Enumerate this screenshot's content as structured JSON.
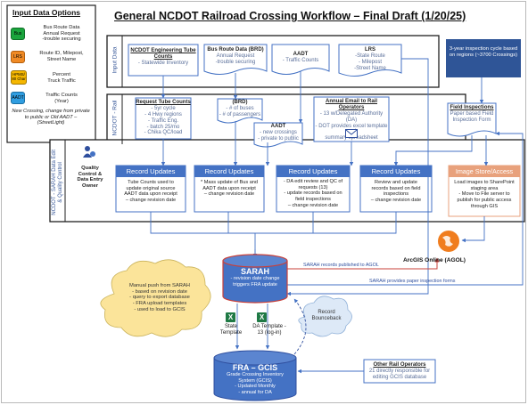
{
  "title": "General NCDOT Railroad Crossing Workflow – Final Draft (1/20/25)",
  "legend": {
    "title": "Input Data Options",
    "items": [
      {
        "badge": "Bus",
        "badge_color": "#1aa53d",
        "text_lines": [
          "Bus Route Data",
          "Annual Request",
          "-trouble securing"
        ]
      },
      {
        "badge": "LRS",
        "badge_color": "#f08a24",
        "text_lines": [
          "Route ID, Milepost,",
          "Street Name"
        ]
      },
      {
        "badge": "HPMS/ 80 Char",
        "badge_color": "#f5b700",
        "text_lines": [
          "Percent",
          "Truck Traffic"
        ]
      },
      {
        "badge": "AADT",
        "badge_color": "#2f9de0",
        "text_lines": [
          "Traffic Counts",
          "(Year)"
        ]
      }
    ],
    "note": "New Crossing, change from private to public or Old AADT – (StreetLight)"
  },
  "lanes": {
    "input_data": "Input Data",
    "ncdot_rail": "NCDOT - Rail",
    "sarah": "NCDOT - SARAH Data Edit & Quality Control"
  },
  "input_sources": {
    "engineering": {
      "title": "NCDOT Engineering Tube Counts",
      "lines": [
        "- Statewide Inventory"
      ]
    },
    "brd": {
      "title": "Bus Route Data (BRD)",
      "lines": [
        "Annual Request",
        "-trouble securing"
      ]
    },
    "aadt": {
      "title": "AADT",
      "lines": [
        "- Traffic Counts"
      ]
    },
    "lrs": {
      "title": "LRS",
      "lines": [
        "-State Route",
        "- Milepost",
        "-Street Name"
      ]
    }
  },
  "inspection_note": "3-year inspection cycle based on regions (~3700 Crossings)",
  "rail": {
    "request_tube": {
      "title": "Request Tube Counts",
      "lines": [
        "- 5yr cycle",
        "- 4 Hwy regions",
        "- Traffic Eng.",
        "- batch 25/mo",
        "- Chika QC/load"
      ]
    },
    "brd_doc": {
      "title": "(BRD)",
      "lines": [
        "- # of buses",
        "- # of passengers"
      ]
    },
    "aadt_doc": {
      "title": "AADT",
      "lines": [
        "- new crossings",
        "- private to public"
      ]
    },
    "annual_email": {
      "title": "Annual Email to Rail Operators",
      "lines": [
        "- 13 w/Delegated Authority (DA)",
        "- DOT provides excel template and",
        "summary spreadsheet"
      ]
    },
    "field_inspections": {
      "title": "Field Inspections",
      "lines": [
        "Paper based Field",
        "Inspection Form"
      ]
    }
  },
  "sarah_lane": {
    "qc_label": "Quality Control & Data Entry Owner",
    "record_updates": [
      {
        "title": "Record Updates",
        "lines": [
          "Tube Counts used to",
          "update original source",
          "AADT data upon receipt",
          "– change revision date"
        ]
      },
      {
        "title": "Record Updates",
        "lines": [
          "* Mass update of Bus and",
          "AADT data upon receipt",
          "– change revision date"
        ]
      },
      {
        "title": "Record Updates",
        "lines": [
          "- DA edit review and QC of",
          "requests (13)",
          "- update records based on",
          "field inspections",
          "– change revision date"
        ]
      },
      {
        "title": "Record Updates",
        "lines": [
          "Review and update",
          "records based on field",
          "inspections",
          "– change revision date"
        ]
      }
    ],
    "image_store": {
      "title": "Image Store/Access",
      "lines": [
        "Load images to SharePoint",
        "staging area",
        "- Move to File server to",
        "publish for public access",
        "through GIS"
      ]
    }
  },
  "agol_label": "ArcGIS Online (AGOL)",
  "sarah_db": {
    "title": "SARAH",
    "lines": [
      "- revision date change",
      "triggers FRA update"
    ]
  },
  "arrow_labels": {
    "published": "SARAH records published to AGOL",
    "paper_forms": "SARAH provides paper inspection forms"
  },
  "manual_push": {
    "lines": [
      "Manual push from SARAH",
      "- based on revision date",
      "- query to export database",
      "- FRA upload templates",
      "- used to load to GCIS"
    ]
  },
  "templates": {
    "state": "State Template",
    "da": "DA Template - 13 (log-in)"
  },
  "bounceback": {
    "lines": [
      "Record",
      "Bounceback"
    ]
  },
  "fra_db": {
    "title": "FRA – GCIS",
    "lines": [
      "Grade Crossing Inventory",
      "System (GCIS)",
      "- Updated Monthly",
      "- annual for DA"
    ]
  },
  "other_rail": {
    "title": "Other Rail Operators",
    "lines": [
      "21 directly responsible for",
      "editing GCIS database"
    ]
  },
  "colors": {
    "blue": "#4472c4",
    "dark_blue": "#2f4f9e",
    "red": "#c9403a",
    "salmon": "#e8a17c",
    "cloud": "#fbe49a",
    "light_blue_cloud": "#dde9f7",
    "inspection_box": "#2f5597"
  }
}
